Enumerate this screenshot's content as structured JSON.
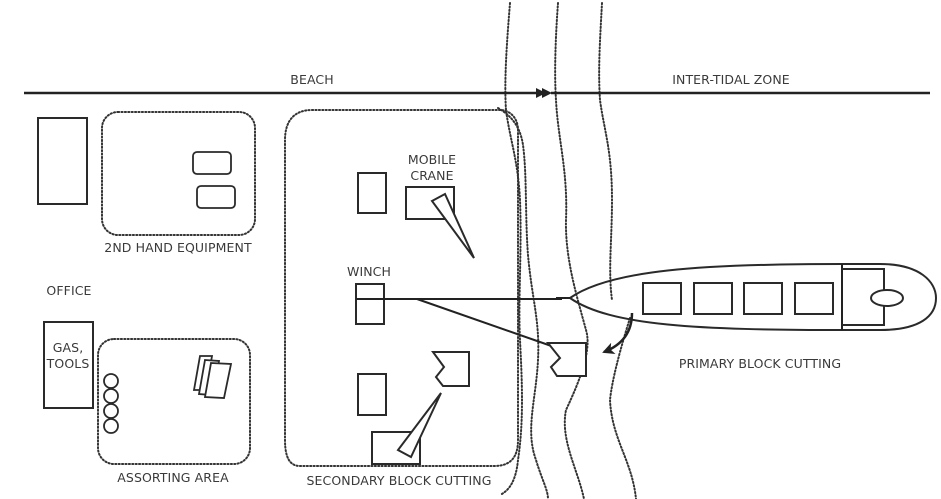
{
  "diagram": {
    "zones": {
      "beach": "BEACH",
      "intertidal": "INTER-TIDAL ZONE"
    },
    "labels": {
      "equipment": "2ND HAND EQUIPMENT",
      "office": "OFFICE",
      "gas_tools_1": "GAS,",
      "gas_tools_2": "TOOLS",
      "assorting": "ASSORTING AREA",
      "mobile_crane_1": "MOBILE",
      "mobile_crane_2": "CRANE",
      "winch": "WINCH",
      "secondary": "SECONDARY BLOCK CUTTING",
      "primary": "PRIMARY BLOCK CUTTING"
    },
    "ship_block_count": 4,
    "gas_cylinder_count": 4
  }
}
